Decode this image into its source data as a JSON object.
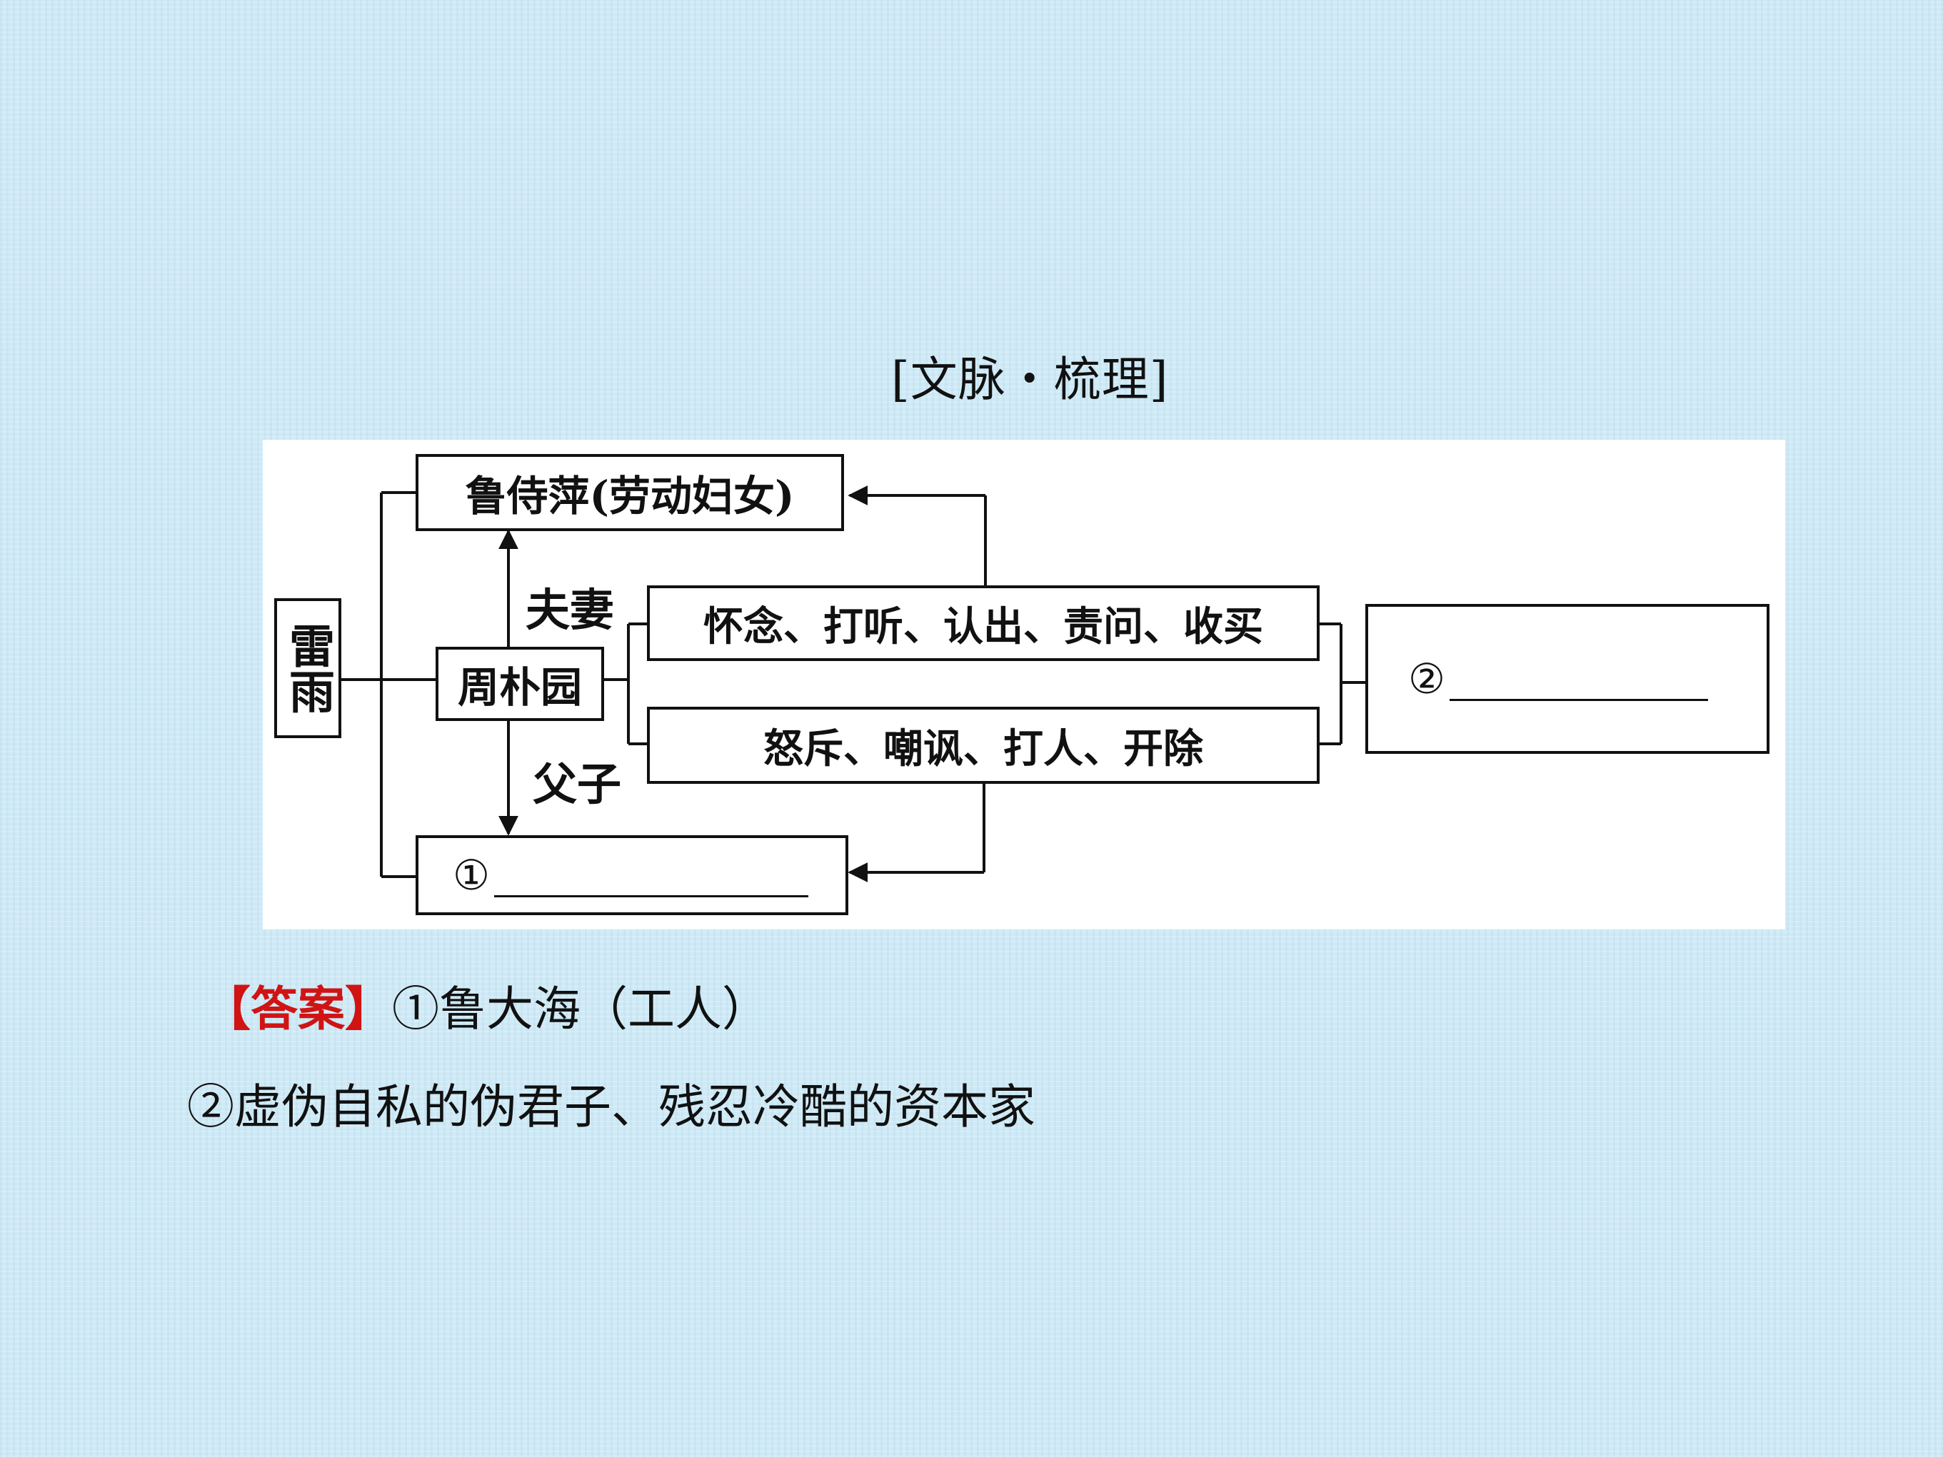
{
  "title": "[文脉・梳理]",
  "diagram": {
    "root": "雷雨",
    "center": "周朴园",
    "top_node": "鲁侍萍(劳动妇女)",
    "bottom_node_marker": "①",
    "relation_top": "夫妻",
    "relation_bottom": "父子",
    "action_top": "怀念、打听、认出、责问、收买",
    "action_bottom": "怒斥、嘲讽、打人、开除",
    "summary_marker": "②"
  },
  "answer": {
    "tag": "【答案】",
    "line1": "①鲁大海（工人）",
    "line2": "②虚伪自私的伪君子、残忍冷酷的资本家"
  }
}
